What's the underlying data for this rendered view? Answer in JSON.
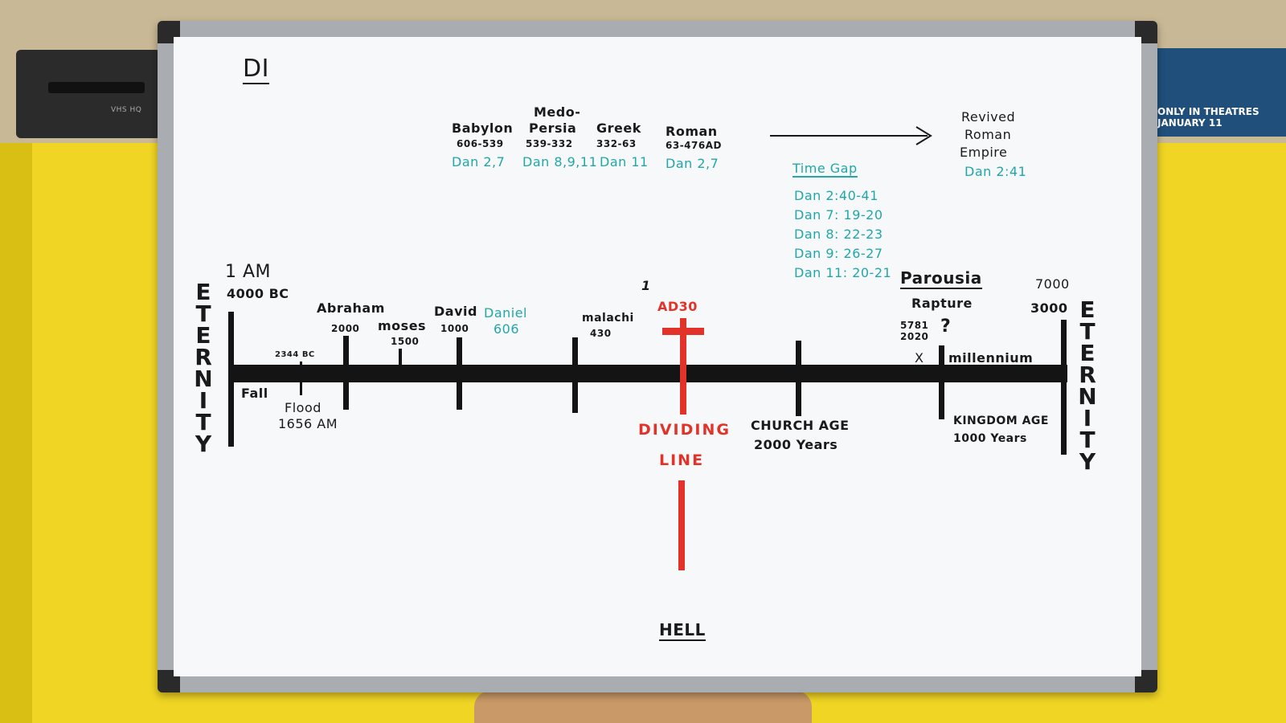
{
  "board": {
    "corner_label": "DI",
    "empires": [
      {
        "name": "Babylon",
        "dates": "606-539",
        "ref": "Dan 2,7"
      },
      {
        "name_top": "Medo-",
        "name": "Persia",
        "dates": "539-332",
        "ref": "Dan 8,9,11"
      },
      {
        "name": "Greek",
        "dates": "332-63",
        "ref": "Dan 11"
      },
      {
        "name": "Roman",
        "dates": "63-476AD",
        "ref": "Dan 2,7"
      }
    ],
    "revived": {
      "line1": "Revived",
      "line2": "Roman",
      "line3": "Empire",
      "ref": "Dan 2:41"
    },
    "time_gap": {
      "title": "Time Gap",
      "refs": [
        "Dan 2:40-41",
        "Dan 7: 19-20",
        "Dan 8: 22-23",
        "Dan 9: 26-27",
        "Dan 11: 20-21"
      ]
    },
    "eternity_left": [
      "E",
      "T",
      "E",
      "R",
      "N",
      "I",
      "T",
      "Y"
    ],
    "eternity_right": [
      "E",
      "T",
      "E",
      "R",
      "N",
      "I",
      "T",
      "Y"
    ],
    "start": {
      "line1": "1 AM",
      "line2": "4000 BC"
    },
    "fall": "Fall",
    "flood": {
      "date": "2344 BC",
      "line1": "Flood",
      "line2": "1656 AM"
    },
    "abraham": {
      "name": "Abraham",
      "date": "2000"
    },
    "moses": {
      "name": "moses",
      "date": "1500"
    },
    "david": {
      "name": "David",
      "date": "1000"
    },
    "daniel": {
      "name": "Daniel",
      "date": "606"
    },
    "malachi": {
      "name": "malachi",
      "date": "430"
    },
    "cross_mark": "1",
    "ad30": "AD30",
    "dividing": {
      "line1": "DIVIDING",
      "line2": "LINE"
    },
    "church": {
      "line1": "CHURCH AGE",
      "line2": "2000 Years"
    },
    "present": {
      "line1": "5781",
      "line2": "2020",
      "x": "X",
      "q": "?"
    },
    "parousia": "Parousia",
    "rapture": "Rapture",
    "millennium": "millennium",
    "kingdom": {
      "line1": "KINGDOM AGE",
      "line2": "1000 Years"
    },
    "end": {
      "line1": "7000",
      "line2": "3000"
    },
    "hell": "HELL"
  },
  "scene": {
    "poster_line1": "ONLY IN THEATRES",
    "poster_line2": "JANUARY 11",
    "vcr_label": "VHS HQ"
  },
  "colors": {
    "black_marker": "#1a1a1a",
    "teal_marker": "#21a7a8",
    "red_marker": "#e2332b",
    "cabinet": "#f0d524"
  }
}
